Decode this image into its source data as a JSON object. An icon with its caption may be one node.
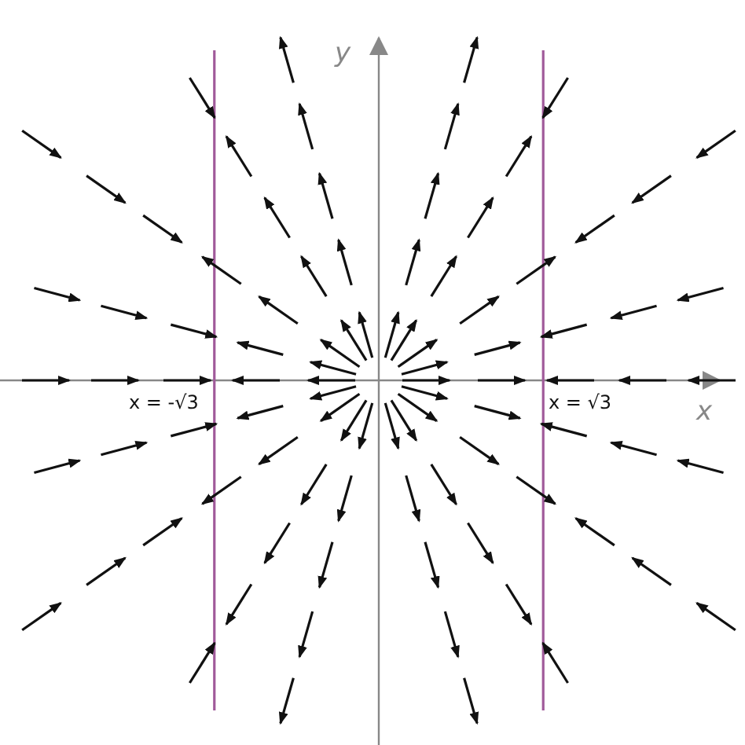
{
  "diagram": {
    "labels": [
      "y",
      "x = -√3",
      "x = √3",
      "x"
    ]
  }
}
